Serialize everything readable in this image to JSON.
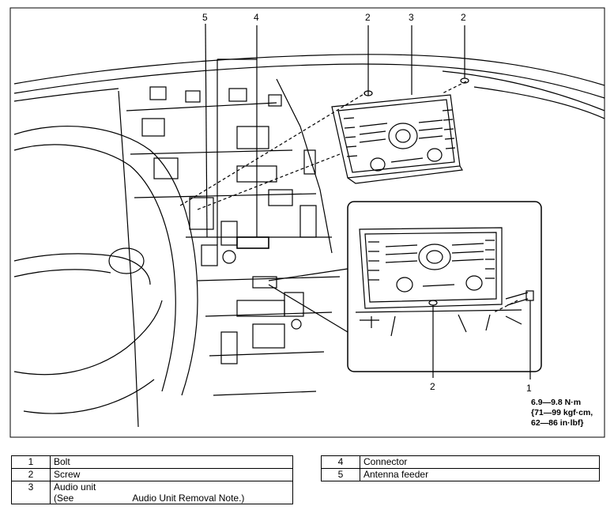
{
  "callouts": {
    "c5": "5",
    "c4": "4",
    "c2a": "2",
    "c3": "3",
    "c2b": "2",
    "c2c": "2",
    "c1": "1"
  },
  "torque": {
    "line1": "6.9—9.8 N·m",
    "line2": "{71—99 kgf·cm,",
    "line3": "62—86 in·lbf}"
  },
  "legend_left": [
    {
      "num": "1",
      "name": "Bolt"
    },
    {
      "num": "2",
      "name": "Screw"
    },
    {
      "num": "3",
      "name": "Audio unit",
      "note_prefix": "(See",
      "note_link": "Audio Unit Removal Note.)"
    }
  ],
  "legend_right": [
    {
      "num": "4",
      "name": "Connector"
    },
    {
      "num": "5",
      "name": "Antenna feeder"
    }
  ]
}
